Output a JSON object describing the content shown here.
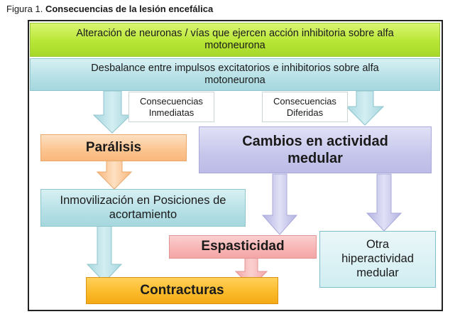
{
  "caption": {
    "prefix": "Figura 1.",
    "title": "Consecuencias de la lesión encefálica"
  },
  "boxes": {
    "alteracion": "Alteración de neuronas / vías que ejercen acción inhibitoria sobre alfa motoneurona",
    "desbalance": "Desbalance entre impulsos excitatorios e inhibitorios sobre   alfa motoneurona",
    "inmediatas": "Consecuencias Inmediatas",
    "diferidas": "Consecuencias Diferidas",
    "paralisis": "Parálisis",
    "cambios": "Cambios en  actividad medular",
    "inmovilizacion": "Inmovilización en Posiciones de acortamiento",
    "espasticidad": "Espasticidad",
    "otra": "Otra hiperactividad medular",
    "contracturas": "Contracturas"
  },
  "colors": {
    "green": "#b8e636",
    "teal": "#b5e0e6",
    "orange": "#fbc48f",
    "lavender": "#c6c6ec",
    "pink": "#f7b3b3",
    "gold": "#fbb928"
  }
}
